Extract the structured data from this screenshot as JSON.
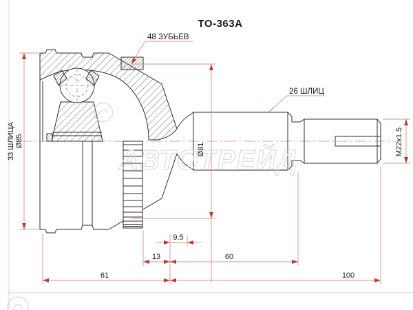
{
  "title": "TO-363A",
  "callouts": {
    "teeth": "48 ЗУБЬЕВ",
    "stub_splines": "26 ШЛИЦ"
  },
  "dims": {
    "housing_splines": "33 ШЛИЦА",
    "housing_od": "Ø85",
    "body_od": "Ø81",
    "thread": "M22x1.5",
    "ring_offset": "9.5",
    "ring_to_face": "13",
    "shaft_len": "60",
    "body_len": "61",
    "stub_len": "100"
  },
  "watermark": {
    "brand": "АВТОТРЕЙД"
  },
  "colors": {
    "dimension_line": "#dc8f8f",
    "arrow": "#c23b2e",
    "drawing_line": "#2e2e2e",
    "watermark": "#d6d6d6",
    "background": "#ffffff"
  }
}
